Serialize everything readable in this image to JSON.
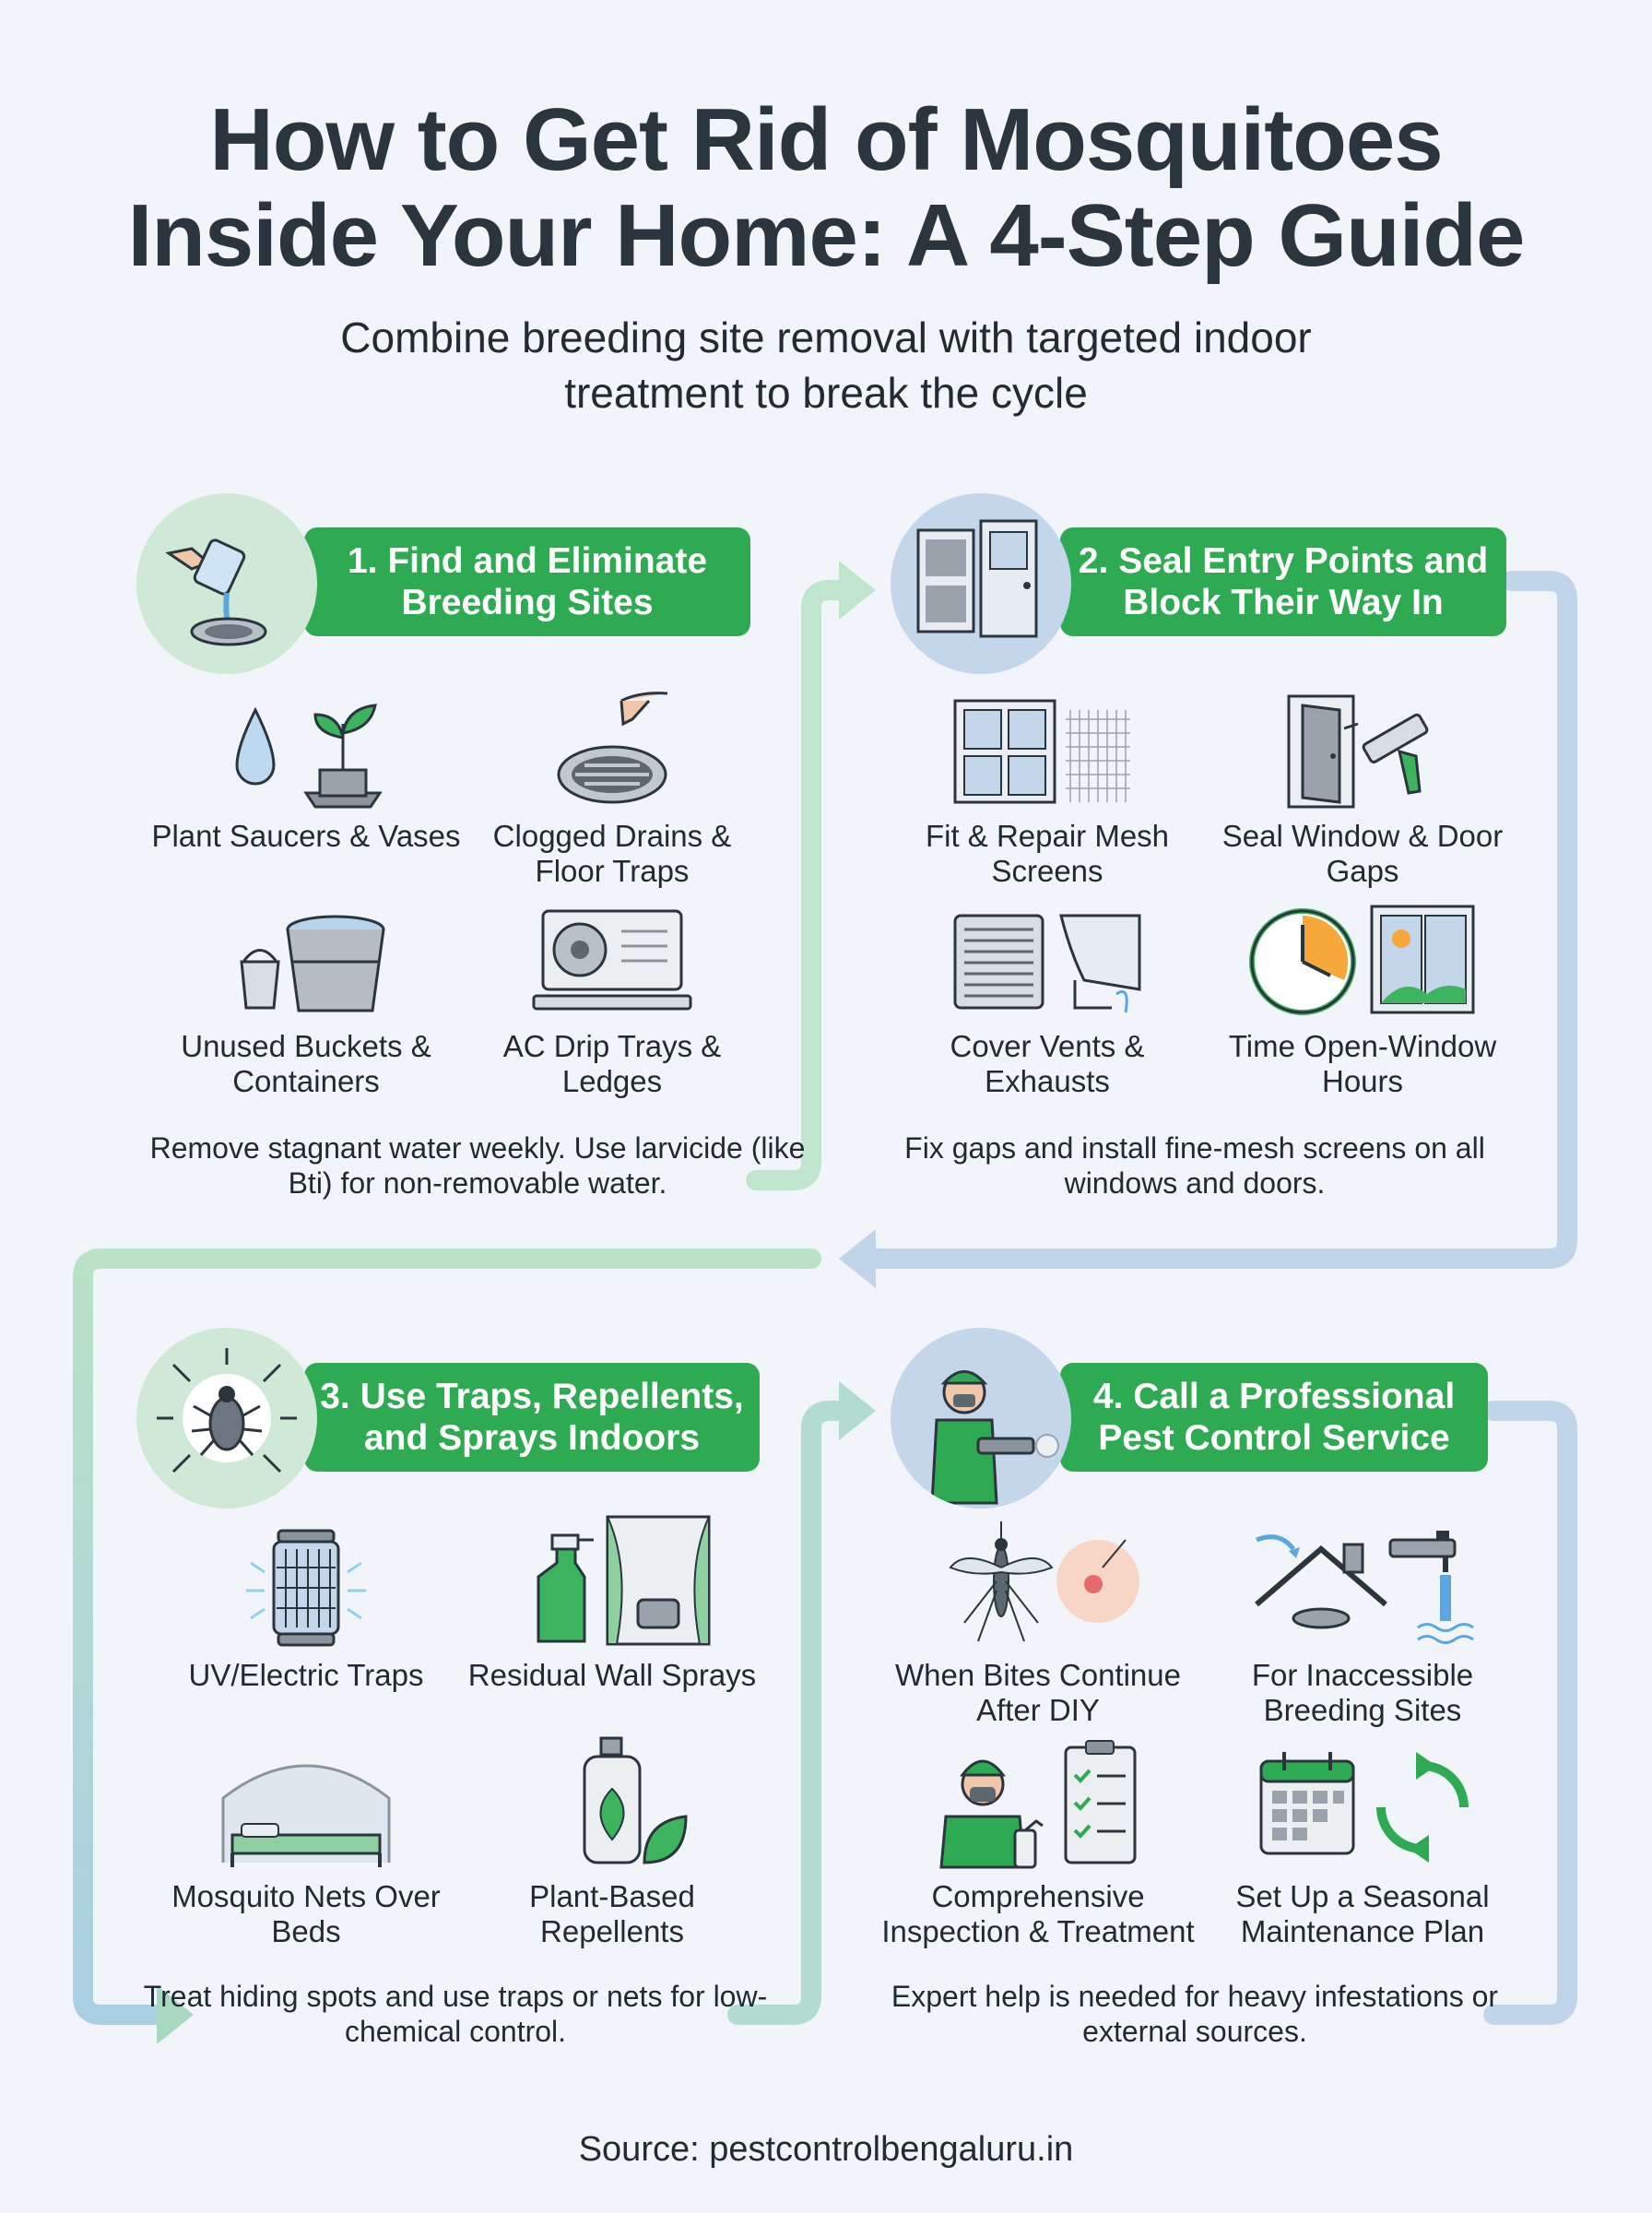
{
  "title_line1": "How to Get Rid of Mosquitoes",
  "title_line2": "Inside Your Home: A 4-Step Guide",
  "subtitle": "Combine breeding site removal with targeted indoor treatment to break the cycle",
  "steps": [
    {
      "title": "1. Find and Eliminate Breeding Sites",
      "items": [
        {
          "label": "Plant Saucers & Vases",
          "icon": "water-drop-plant-icon"
        },
        {
          "label": "Clogged Drains & Floor Traps",
          "icon": "drain-icon"
        },
        {
          "label": "Unused Buckets & Containers",
          "icon": "bucket-icon"
        },
        {
          "label": "AC Drip Trays & Ledges",
          "icon": "ac-unit-icon"
        }
      ],
      "summary": "Remove stagnant water weekly. Use larvicide (like Bti) for non-removable water."
    },
    {
      "title": "2. Seal Entry Points and Block Their Way In",
      "items": [
        {
          "label": "Fit & Repair Mesh Screens",
          "icon": "window-mesh-icon"
        },
        {
          "label": "Seal Window & Door Gaps",
          "icon": "door-caulk-gun-icon"
        },
        {
          "label": "Cover Vents & Exhausts",
          "icon": "vent-cover-icon"
        },
        {
          "label": "Time Open-Window Hours",
          "icon": "clock-window-icon"
        }
      ],
      "summary": "Fix gaps and install fine-mesh screens on all windows and doors."
    },
    {
      "title": "3. Use Traps, Repellents, and Sprays Indoors",
      "items": [
        {
          "label": "UV/Electric Traps",
          "icon": "uv-trap-icon"
        },
        {
          "label": "Residual Wall Sprays",
          "icon": "spray-bottle-icon"
        },
        {
          "label": "Mosquito Nets Over Beds",
          "icon": "bed-net-icon"
        },
        {
          "label": "Plant-Based Repellents",
          "icon": "leaf-spray-icon"
        }
      ],
      "summary": "Treat hiding spots and use traps or nets for low-chemical control."
    },
    {
      "title": "4. Call a Professional Pest Control Service",
      "items": [
        {
          "label": "When Bites Continue After DIY",
          "icon": "mosquito-bite-icon"
        },
        {
          "label": "For Inaccessible Breeding Sites",
          "icon": "roof-drain-tap-icon"
        },
        {
          "label": "Comprehensive Inspection & Treatment",
          "icon": "technician-checklist-icon"
        },
        {
          "label": "Set Up a Seasonal Maintenance Plan",
          "icon": "calendar-cycle-icon"
        }
      ],
      "summary": "Expert help is needed for heavy infestations or external sources."
    }
  ],
  "source": "Source: pestcontrolbengaluru.in",
  "colors": {
    "green": "#2eaa52",
    "light_green": "#cfe9d6",
    "light_blue": "#c3d6ea",
    "background": "#f1f5f9"
  }
}
